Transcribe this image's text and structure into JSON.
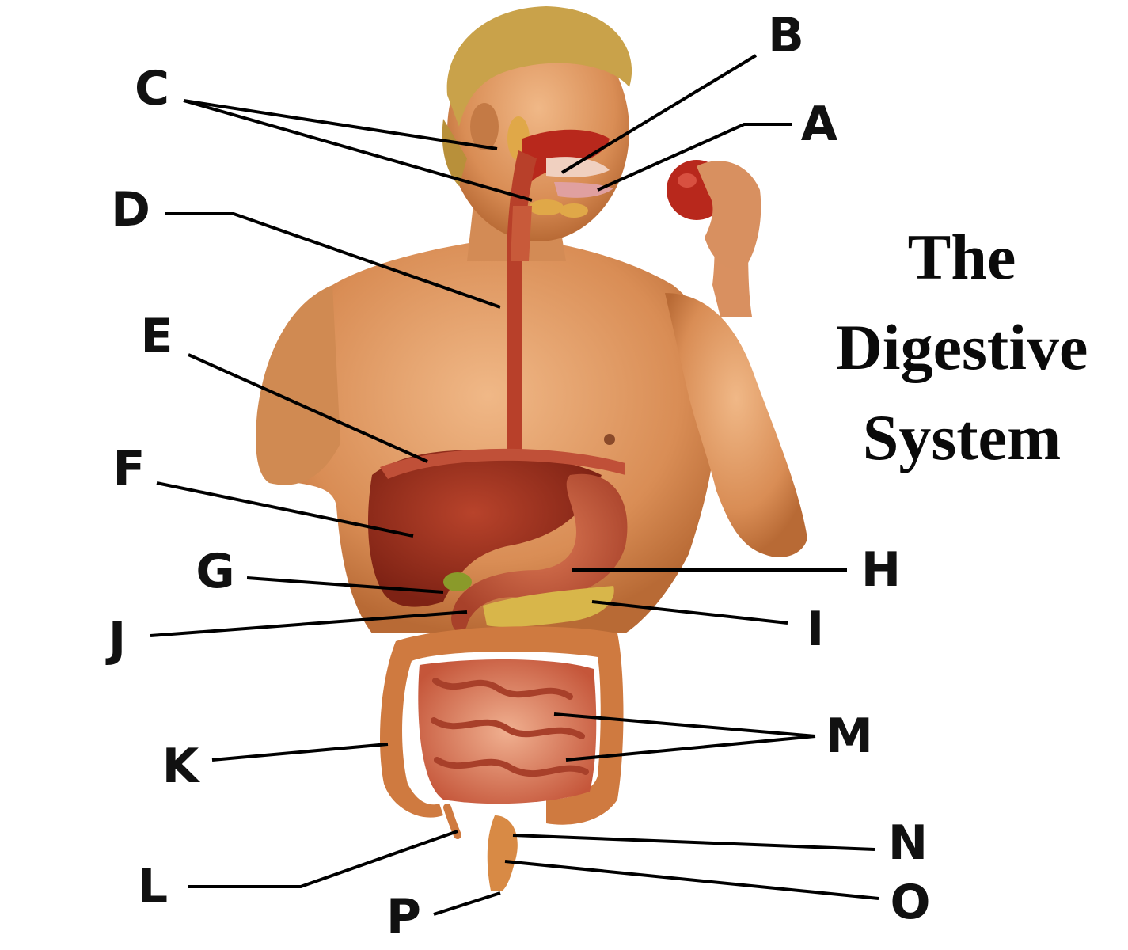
{
  "title": {
    "line1": "The",
    "line2": "Digestive",
    "line3": "System"
  },
  "labels": {
    "A": "A",
    "B": "B",
    "C": "C",
    "D": "D",
    "E": "E",
    "F": "F",
    "G": "G",
    "H": "H",
    "I": "I",
    "J": "J",
    "K": "K",
    "L": "L",
    "M": "M",
    "N": "N",
    "O": "O",
    "P": "P"
  },
  "colors": {
    "skin": "#e0a070",
    "skin_shadow": "#c27840",
    "hair": "#c9a24a",
    "organ_red": "#a83a26",
    "liver": "#9b2e1c",
    "stomach": "#c65a3a",
    "pancreas": "#d8b64a",
    "gallbladder": "#8a9a2a",
    "small_intestine": "#d4684c",
    "large_intestine": "#cf7a40",
    "apple": "#b8281c",
    "leader_line": "#000000"
  }
}
